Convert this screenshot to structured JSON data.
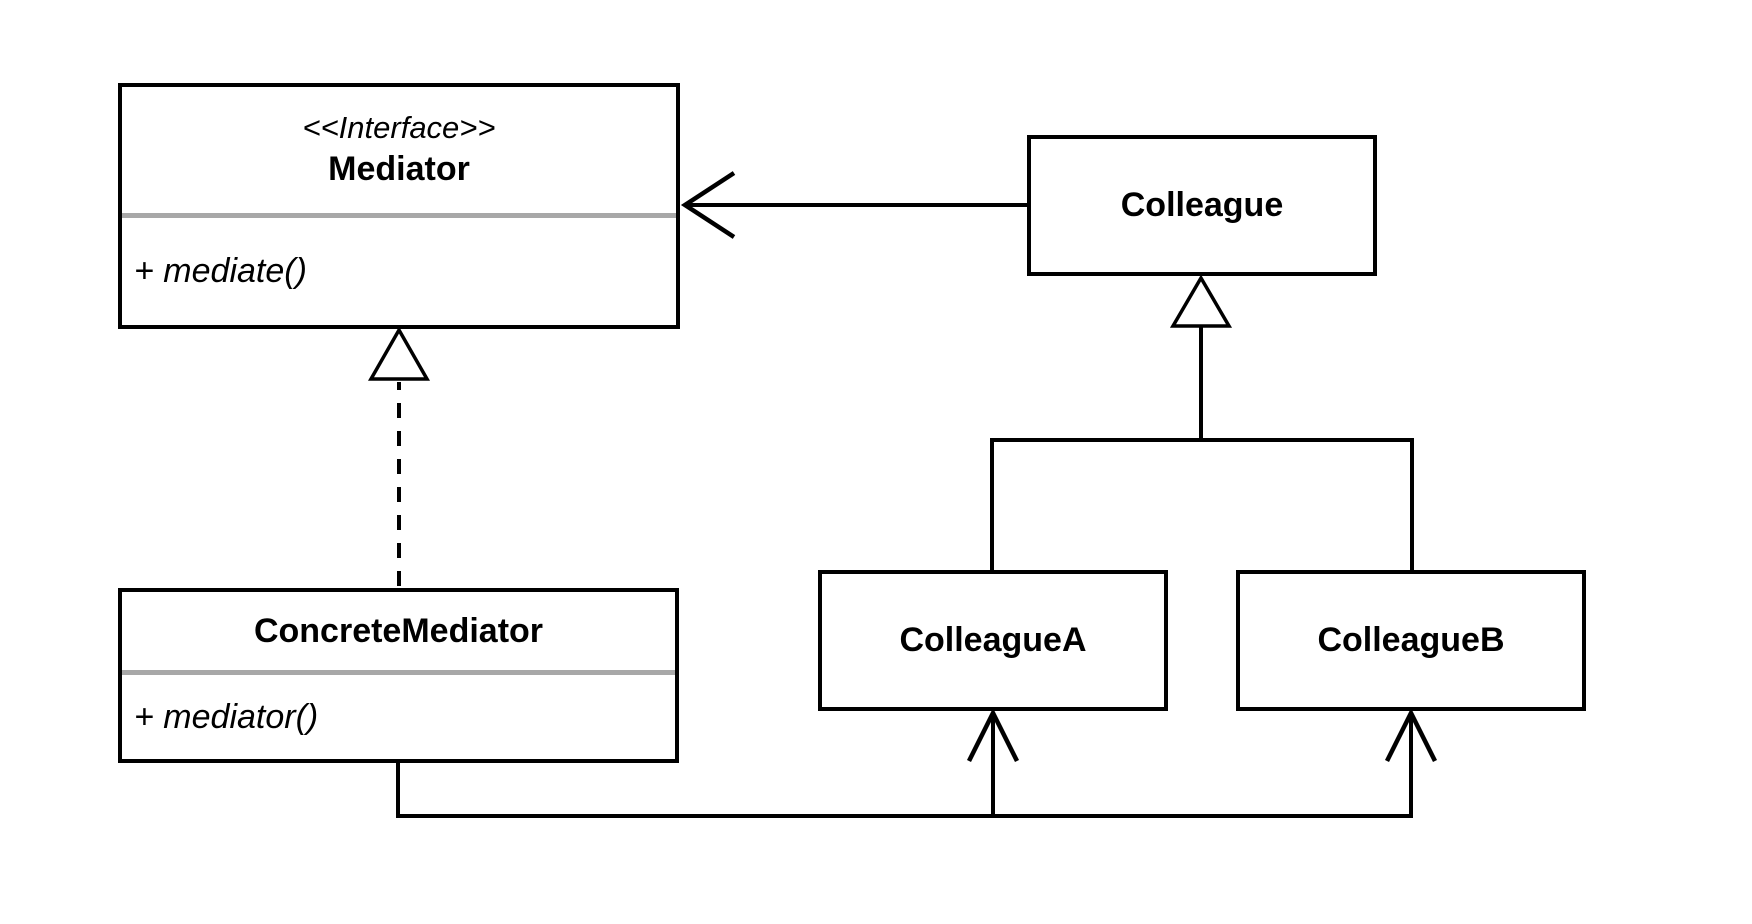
{
  "classes": {
    "mediator": {
      "stereotype": "<<Interface>>",
      "name": "Mediator",
      "methods": [
        "+ mediate()"
      ]
    },
    "colleague": {
      "name": "Colleague"
    },
    "concrete_mediator": {
      "name": "ConcreteMediator",
      "methods": [
        "+ mediator()"
      ]
    },
    "colleague_a": {
      "name": "ColleagueA"
    },
    "colleague_b": {
      "name": "ColleagueB"
    }
  },
  "relationships": [
    {
      "from": "Colleague",
      "to": "Mediator",
      "type": "directed-association",
      "line": "solid",
      "arrowhead": "open"
    },
    {
      "from": "ConcreteMediator",
      "to": "Mediator",
      "type": "realization",
      "line": "dashed",
      "arrowhead": "hollow-triangle"
    },
    {
      "from": "ColleagueA",
      "to": "Colleague",
      "type": "generalization",
      "line": "solid",
      "arrowhead": "hollow-triangle"
    },
    {
      "from": "ColleagueB",
      "to": "Colleague",
      "type": "generalization",
      "line": "solid",
      "arrowhead": "hollow-triangle"
    },
    {
      "from": "ConcreteMediator",
      "to": "ColleagueA",
      "type": "directed-association",
      "line": "solid",
      "arrowhead": "open"
    },
    {
      "from": "ConcreteMediator",
      "to": "ColleagueB",
      "type": "directed-association",
      "line": "solid",
      "arrowhead": "open"
    }
  ],
  "colors": {
    "line": "#000000",
    "divider": "#a8a8a8",
    "box_fill": "#ffffff",
    "background": "#ffffff"
  }
}
